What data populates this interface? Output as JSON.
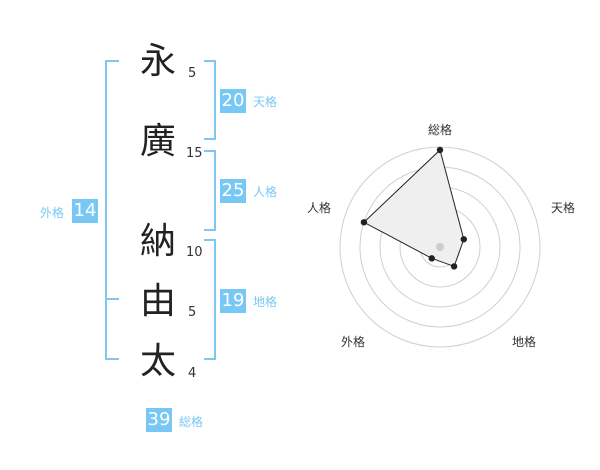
{
  "name": {
    "chars": [
      {
        "char": "永",
        "strokes": "5"
      },
      {
        "char": "廣",
        "strokes": "15"
      },
      {
        "char": "納",
        "strokes": "10"
      },
      {
        "char": "由",
        "strokes": "5"
      },
      {
        "char": "太",
        "strokes": "4"
      }
    ]
  },
  "scores": {
    "ten": {
      "value": "20",
      "label": "天格"
    },
    "jin": {
      "value": "25",
      "label": "人格"
    },
    "chi": {
      "value": "19",
      "label": "地格"
    },
    "gai": {
      "value": "14",
      "label": "外格"
    },
    "so": {
      "value": "39",
      "label": "総格"
    }
  },
  "radar": {
    "labels": {
      "top": "総格",
      "right": "天格",
      "bottom_right": "地格",
      "bottom_left": "外格",
      "left": "人格"
    },
    "values": {
      "so": 0.97,
      "ten": 0.25,
      "chi": 0.24,
      "gai": 0.14,
      "jin": 0.8
    },
    "colors": {
      "grid": "#cfcfcf",
      "fill": "#efefef",
      "line": "#222222",
      "point": "#222222",
      "center": "#cccccc"
    }
  },
  "colors": {
    "accent": "#78c8f6",
    "bracket": "#7fc6f0"
  }
}
